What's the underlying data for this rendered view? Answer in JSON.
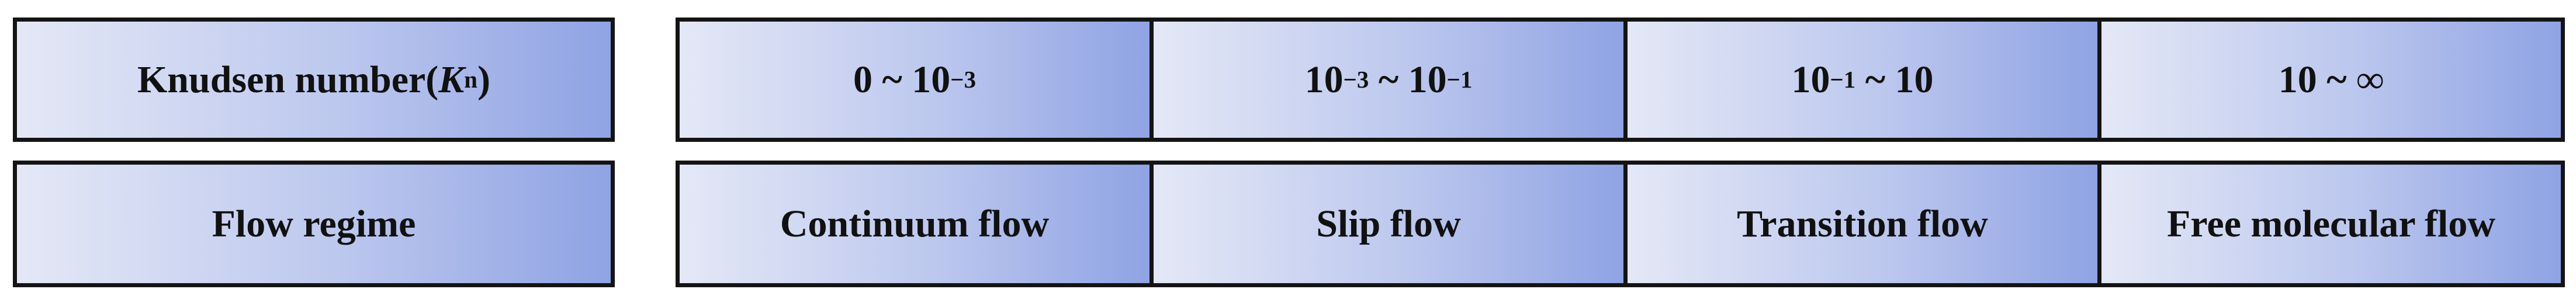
{
  "row1": {
    "label_main": "Knudsen number(",
    "label_symbol": "K",
    "label_subscript": "n",
    "label_close": ")",
    "ranges": [
      {
        "a": "0",
        "sep": " ~ ",
        "b": "10",
        "b_exp": "−3"
      },
      {
        "a": "10",
        "a_exp": "−3",
        "sep": " ~ ",
        "b": "10",
        "b_exp": "−1"
      },
      {
        "a": "10",
        "a_exp": "−1",
        "sep": " ~ ",
        "b": "10"
      },
      {
        "a": "10",
        "sep": " ~ ",
        "b": "∞"
      }
    ]
  },
  "row2": {
    "label": "Flow regime",
    "regimes": [
      "Continuum flow",
      "Slip flow",
      "Transition flow",
      "Free molecular flow"
    ]
  },
  "colors": {
    "border": "#141414",
    "gradient_start": "#e4e8f6",
    "gradient_end": "#8fa3e4",
    "text": "#111111"
  }
}
